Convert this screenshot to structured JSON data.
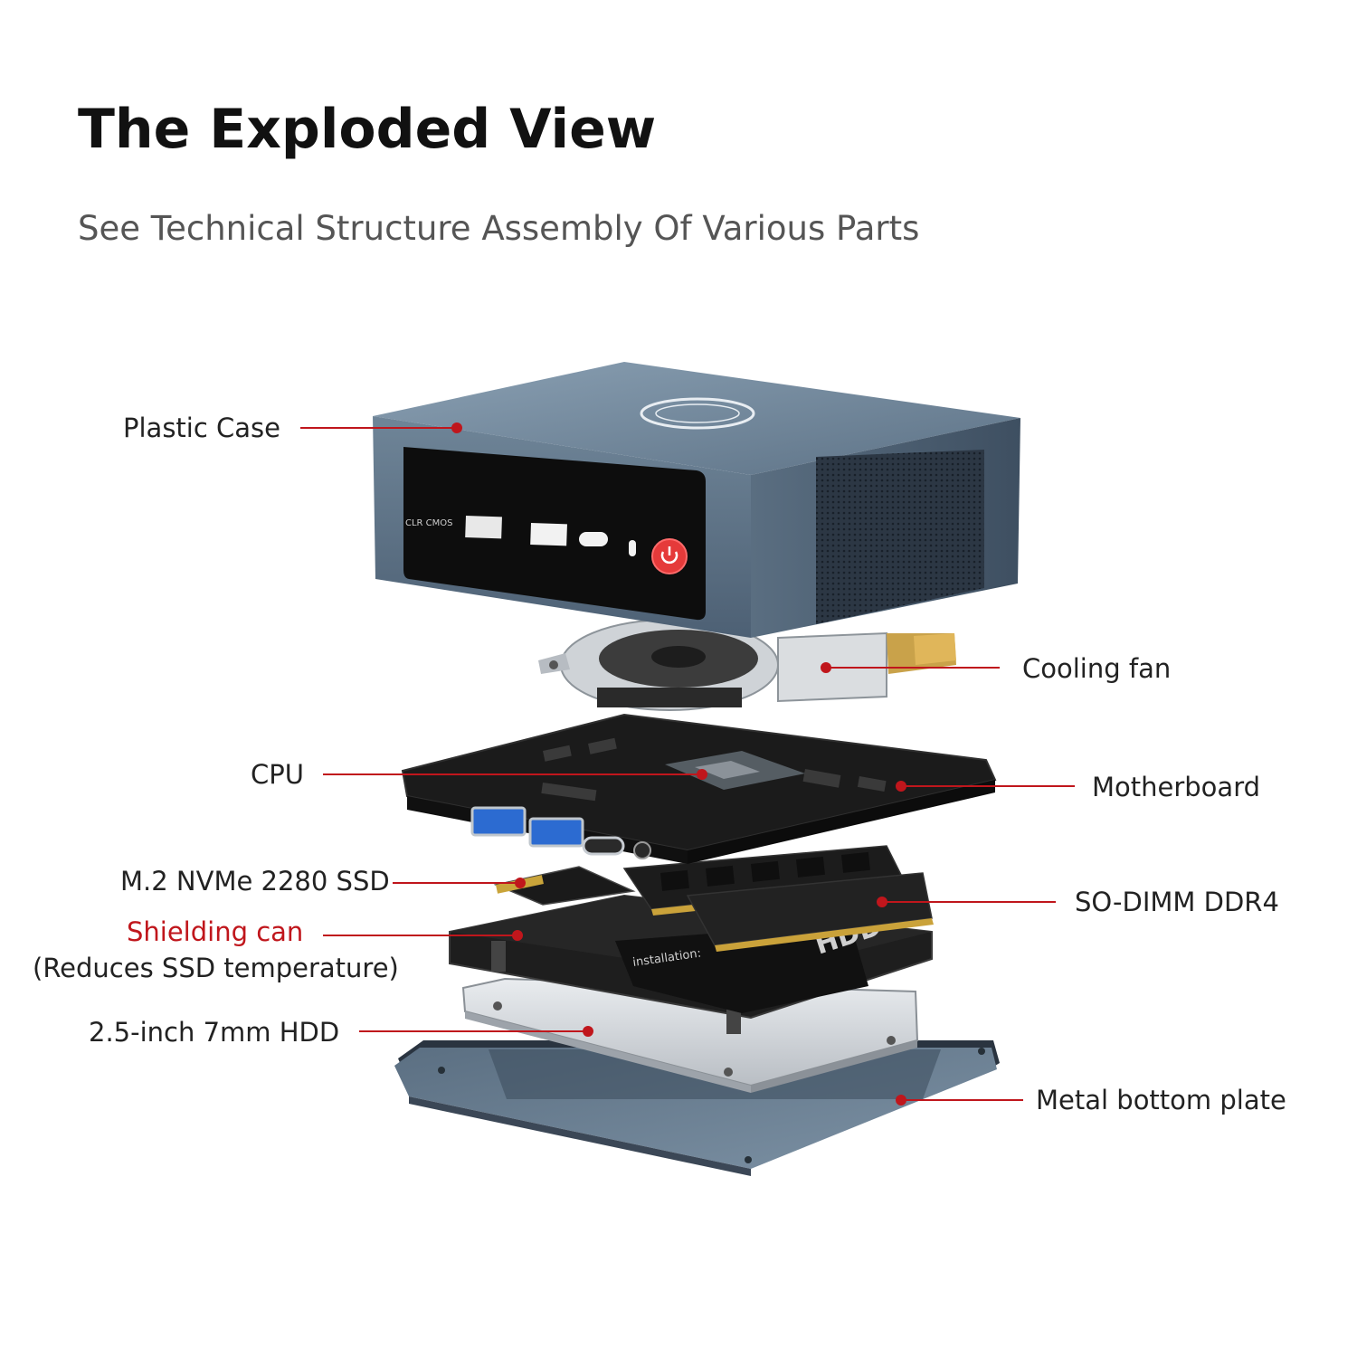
{
  "header": {
    "title": "The Exploded View",
    "subtitle": "See Technical Structure Assembly Of Various Parts"
  },
  "colors": {
    "accent": "#c0161c",
    "case_blue": "#5f7488",
    "board_black": "#1b1b1b",
    "title": "#111111",
    "subtitle": "#555555"
  },
  "device": {
    "front_panel": {
      "clr_cmos_label": "CLR CMOS"
    },
    "hdd_sticker": {
      "brand": "HDD",
      "install_title": "installation:"
    }
  },
  "callouts": {
    "plastic_case": "Plastic Case",
    "cooling_fan": "Cooling fan",
    "cpu": "CPU",
    "motherboard": "Motherboard",
    "ssd": "M.2 NVMe 2280 SSD",
    "so_dimm": "SO-DIMM DDR4",
    "shielding_can": "Shielding can",
    "shielding_note": "(Reduces SSD temperature)",
    "hdd": "2.5-inch 7mm HDD",
    "bottom_plate": "Metal bottom plate"
  }
}
